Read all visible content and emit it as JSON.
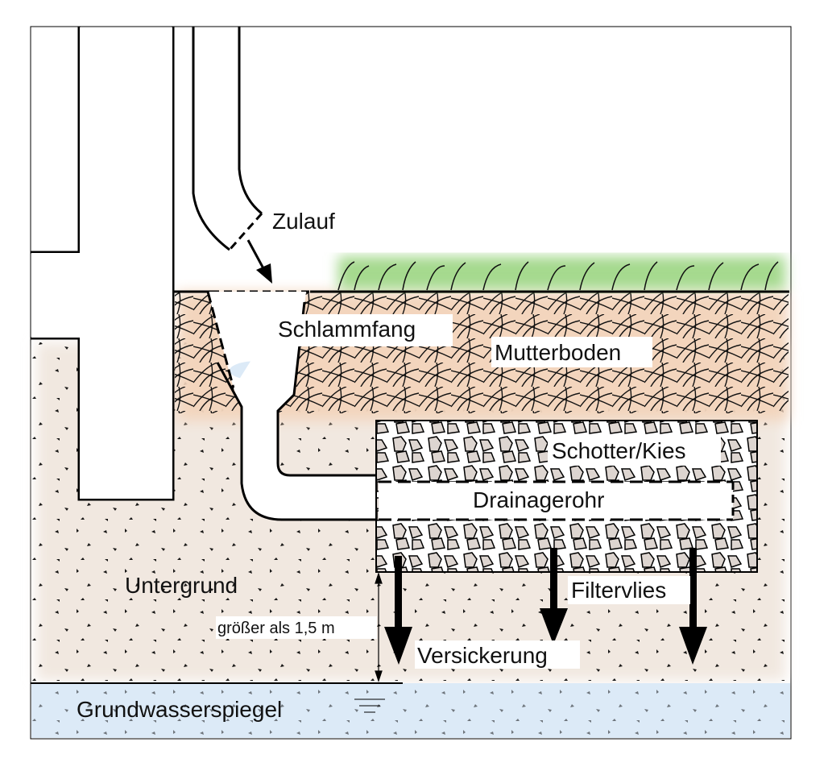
{
  "labels": {
    "inflow": "Zulauf",
    "sludge_trap": "Schlammfang",
    "topsoil": "Mutterboden",
    "gravel": "Schotter/Kies",
    "drain_pipe": "Drainagerohr",
    "subsoil": "Untergrund",
    "filter_fleece": "Filtervlies",
    "distance": "größer als 1,5 m",
    "infiltration": "Versickerung",
    "groundwater": "Grundwasserspiegel"
  },
  "colors": {
    "soil": "#f3d9c4",
    "grass": "#8fcf7a",
    "water": "#dceaf7",
    "subsoil": "#f3ede6",
    "line": "#000000"
  }
}
